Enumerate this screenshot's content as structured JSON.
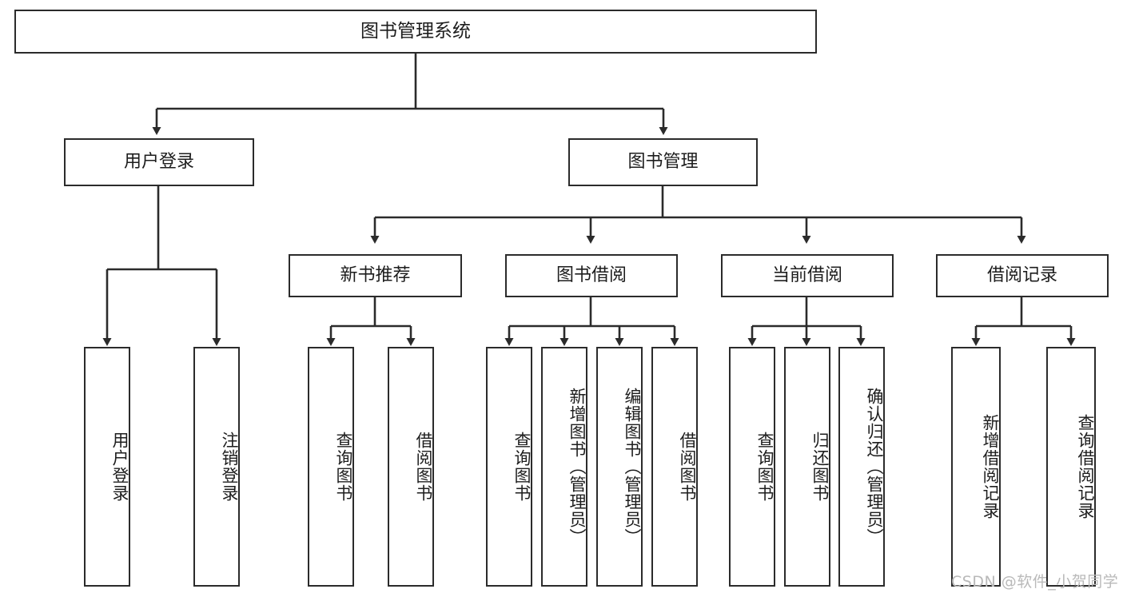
{
  "diagram": {
    "type": "hierarchy-tree",
    "title": "图书管理系统",
    "root": {
      "id": "root",
      "label": "图书管理系统"
    },
    "level2": [
      {
        "id": "user-login",
        "label": "用户登录"
      },
      {
        "id": "book-management",
        "label": "图书管理"
      }
    ],
    "level3": [
      {
        "id": "new-book-recommend",
        "label": "新书推荐",
        "parent": "book-management"
      },
      {
        "id": "book-borrow",
        "label": "图书借阅",
        "parent": "book-management"
      },
      {
        "id": "current-borrow",
        "label": "当前借阅",
        "parent": "book-management"
      },
      {
        "id": "borrow-record",
        "label": "借阅记录",
        "parent": "book-management"
      }
    ],
    "leaves": [
      {
        "id": "leaf-user-login",
        "label": "用户登录",
        "parent": "user-login"
      },
      {
        "id": "leaf-logout-login",
        "label": "注销登录",
        "parent": "user-login"
      },
      {
        "id": "leaf-query-book-1",
        "label": "查询图书",
        "parent": "new-book-recommend"
      },
      {
        "id": "leaf-borrow-book-1",
        "label": "借阅图书",
        "parent": "new-book-recommend"
      },
      {
        "id": "leaf-query-book-2",
        "label": "查询图书",
        "parent": "book-borrow"
      },
      {
        "id": "leaf-add-book",
        "label": "新增图书（管理员）",
        "parent": "book-borrow"
      },
      {
        "id": "leaf-edit-book",
        "label": "编辑图书（管理员）",
        "parent": "book-borrow"
      },
      {
        "id": "leaf-borrow-book-2",
        "label": "借阅图书",
        "parent": "book-borrow"
      },
      {
        "id": "leaf-query-book-3",
        "label": "查询图书",
        "parent": "current-borrow"
      },
      {
        "id": "leaf-return-book",
        "label": "归还图书",
        "parent": "current-borrow"
      },
      {
        "id": "leaf-confirm-return",
        "label": "确认归还（管理员）",
        "parent": "current-borrow"
      },
      {
        "id": "leaf-add-record",
        "label": "新增借阅记录",
        "parent": "borrow-record"
      },
      {
        "id": "leaf-query-record",
        "label": "查询借阅记录",
        "parent": "borrow-record"
      }
    ]
  },
  "watermark": {
    "text": "CSDN @软件_小贺同学"
  },
  "colors": {
    "border": "#2b2b2b",
    "background": "#ffffff",
    "text": "#1d1d1d",
    "watermark": "#b9b9b9"
  }
}
